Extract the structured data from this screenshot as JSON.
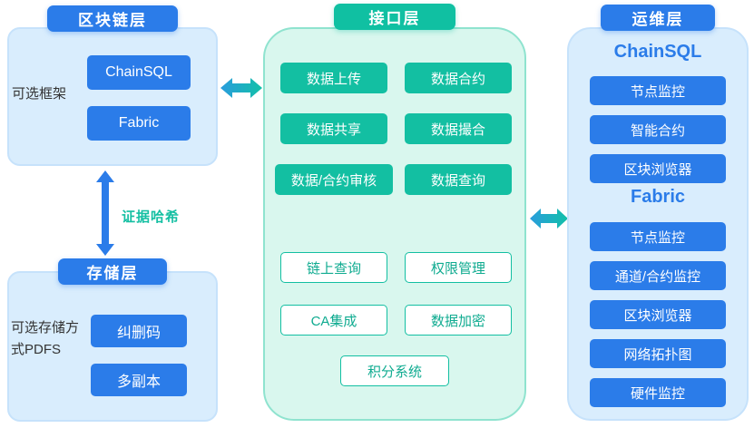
{
  "colors": {
    "blue": "#2b7ce9",
    "teal": "#13bfa2",
    "panel_blue_bg": "#d9edfd",
    "panel_green_bg": "#d9f7ee",
    "arrow_blue": "#2b7ce9",
    "arrow_teal": "#12c0a8"
  },
  "blockchain_layer": {
    "title": "区块链层",
    "side_label": "可选框架",
    "items": [
      {
        "label": "ChainSQL"
      },
      {
        "label": "Fabric"
      }
    ]
  },
  "evidence_link": {
    "label": "证据哈希"
  },
  "storage_layer": {
    "title": "存储层",
    "side_label": "可选存储方式PDFS",
    "items": [
      {
        "label": "纠删码"
      },
      {
        "label": "多副本"
      }
    ]
  },
  "interface_layer": {
    "title": "接口层",
    "solid_items": [
      "数据上传",
      "数据合约",
      "数据共享",
      "数据撮合",
      "数据/合约审核",
      "数据查询"
    ],
    "outline_items": [
      "链上查询",
      "权限管理",
      "CA集成",
      "数据加密",
      "积分系统"
    ]
  },
  "ops_layer": {
    "title": "运维层",
    "groups": [
      {
        "name": "ChainSQL",
        "items": [
          "节点监控",
          "智能合约",
          "区块浏览器"
        ]
      },
      {
        "name": "Fabric",
        "items": [
          "节点监控",
          "通道/合约监控",
          "区块浏览器",
          "网络拓扑图",
          "硬件监控"
        ]
      }
    ]
  }
}
